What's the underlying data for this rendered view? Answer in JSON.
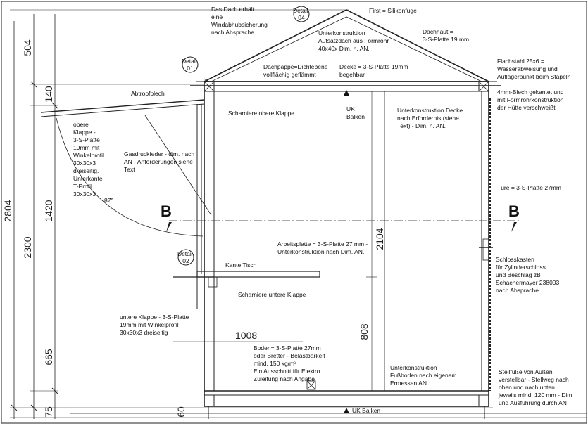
{
  "notes": {
    "roof_top": [
      "Das Dach erhält",
      "eine",
      "Windabhubsicherung",
      "nach Absprache"
    ],
    "detail04": [
      "Detail",
      "04"
    ],
    "first": "First = Silikonfuge",
    "dachhaut": [
      "Dachhaut =",
      "3-S-Platte 19 mm"
    ],
    "unterkonstruktion_dach": [
      "Unterkonstruktion",
      "Aufsatzdach aus Formrohr",
      "40x40x Dim. n. AN."
    ],
    "flachstahl": [
      "Flachstahl 25x6 =",
      "Wasserabweisung und",
      "Auflagerpunkt beim Stapeln"
    ],
    "detail01": [
      "Detail",
      "01"
    ],
    "dachpappe": [
      "Dachpappe=Dichtebene",
      "vollflächig geflämmt"
    ],
    "decke": [
      "Decke = 3-S-Platte 19mm",
      "begehbar"
    ],
    "abtropfblech": "Abtropfblech",
    "blech_4mm": [
      "4mm-Blech gekantet und",
      "mit Formrohrkonstruktion",
      "der Hütte verschweißt"
    ],
    "scharniere_oben": "Scharniere obere Klappe",
    "uk_balken_top": [
      "UK",
      "Balken"
    ],
    "unterkonstruktion_decke": [
      "Unterkonstruktion Decke",
      "nach Erfordernis (siehe",
      "Text) - Dim. n. AN."
    ],
    "obere_klappe": [
      "obere",
      "Klappe -",
      "3-S-Platte",
      "19mm mit",
      "Winkelprofil",
      "30x30x3",
      "dreiseitig.",
      "Unterkante",
      "T-Profil",
      "30x30x3"
    ],
    "gasdruckfeder": [
      "Gasdruckfeder - dim. nach",
      "AN - Anforderungen siehe",
      "Text"
    ],
    "tuere": "Türe = 3-S-Platte 27mm",
    "angle": "87°",
    "section_mark": "B",
    "detail02": [
      "Detail",
      "02"
    ],
    "arbeitsplatte": [
      "Arbeitsplatte = 3-S-Platte 27 mm -",
      "Unterkonstruktion nach Dim. AN."
    ],
    "kante_tisch": "Kante Tisch",
    "schlosskasten": [
      "Schlosskasten",
      "für Zylinderschloss",
      "und Beschlag zB",
      "Schachermayer 238003",
      "nach Absprache"
    ],
    "scharniere_unten": "Scharniere untere Klappe",
    "untere_klappe": [
      "untere Klappe - 3-S-Platte",
      "19mm mit Winkelprofil",
      "30x30x3 dreiseitig"
    ],
    "boden": [
      "Boden= 3-S-Platte 27mm",
      "oder Bretter - Belastbarkeit",
      "mind. 150 kg/m²",
      "Ein Ausschnitt für Elektro",
      "Zuleitung nach Angabe"
    ],
    "unterkonstruktion_fuss": [
      "Unterkonstruktion",
      "Fußboden nach eigenem",
      "Ermessen AN."
    ],
    "stellfuesse": [
      "Stellfüße von Außen",
      "verstellbar - Stellweg nach",
      "oben und nach unten",
      "jeweils mind. 120 mm - Dim.",
      "und Ausführung durch AN"
    ],
    "uk_balken_bottom": "UK Balken"
  },
  "dimensions": {
    "d504": "504",
    "d140": "140",
    "d2804": "2804",
    "d1420": "1420",
    "d2300": "2300",
    "d665": "665",
    "d75": "75",
    "d60": "60",
    "d2104": "2104",
    "d808": "808",
    "d1008": "1008"
  }
}
